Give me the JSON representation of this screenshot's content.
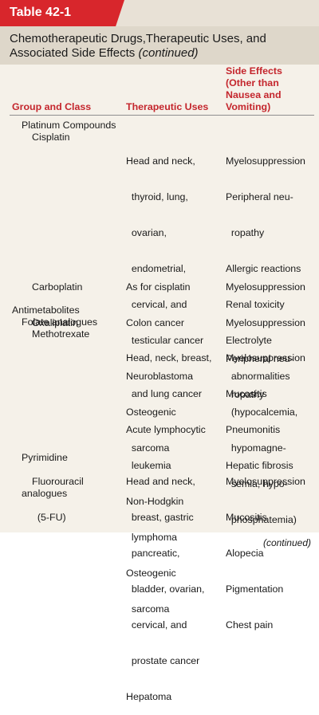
{
  "tab_label": "Table 42-1",
  "title_line1": "Chemotherapeutic Drugs,Therapeutic Uses, and",
  "title_line2": "Associated Side Effects ",
  "title_continued": "(continued)",
  "columns": {
    "group": "Group and Class",
    "uses": "Therapeutic Uses",
    "side_effects": [
      "Side Effects",
      "(Other than",
      "Nausea and",
      "Vomiting)"
    ]
  },
  "rows": {
    "platinum": "Platinum Compounds",
    "cisplatin": "Cisplatin",
    "cisplatin_uses": [
      "Head and neck,",
      "  thyroid, lung,",
      "  ovarian,",
      "  endometrial,",
      "  cervical, and",
      "  testicular cancer",
      "Neuroblastoma",
      "Osteogenic",
      "  sarcoma"
    ],
    "cisplatin_effects": [
      "Myelosuppression",
      "Peripheral neu-",
      "  ropathy",
      "Allergic reactions",
      "Renal toxicity",
      "Electrolyte",
      "  abnormalities",
      "  (hypocalcemia,",
      "  hypomagne-",
      "  semia, hypo-",
      "  phosphatemia)"
    ],
    "carboplatin": "Carboplatin",
    "oxaliplatin": "Oxaliplatin",
    "carboplatin_uses": [
      "As for cisplatin",
      "Colon cancer"
    ],
    "carboplatin_effects": [
      "Myelosuppression",
      "Myelosuppression",
      "Peripheral neu-",
      "  ropathy"
    ],
    "antimetabolites": "Antimetabolites",
    "folate": "Folate analogues",
    "methotrexate": "Methotrexate",
    "methotrexate_uses": [
      "Head, neck, breast,",
      "  and lung cancer",
      "Acute lymphocytic",
      "  leukemia",
      "Non-Hodgkin",
      "  lymphoma",
      "Osteogenic",
      "  sarcoma"
    ],
    "methotrexate_effects": [
      "Myelosuppression",
      "Mucositis",
      "Pneumonitis",
      "Hepatic fibrosis"
    ],
    "pyrimidine": [
      "Pyrimidine",
      "analogues"
    ],
    "fluorouracil": [
      "Fluorouracil",
      "  (5-FU)"
    ],
    "fluorouracil_uses": [
      "Head and neck,",
      "  breast, gastric",
      "  pancreatic,",
      "  bladder, ovarian,",
      "  cervical, and",
      "  prostate cancer",
      "Hepatoma"
    ],
    "fluorouracil_effects": [
      "Myelosuppression",
      "Mucositis",
      "Alopecia",
      "Pigmentation",
      "Chest pain"
    ]
  },
  "footer": "(continued)"
}
